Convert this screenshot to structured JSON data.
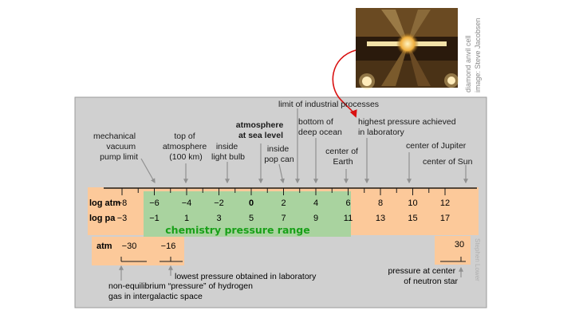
{
  "photo": {
    "credit_line1": "diamond anvil cell",
    "credit_line2": "image: Steve Jacobsen"
  },
  "scale": {
    "log_atm_label": "log atm",
    "log_pa_label": "log pa",
    "atm_ticks": [
      "−8",
      "−6",
      "−4",
      "−2",
      "0",
      "2",
      "4",
      "6",
      "8",
      "10",
      "12"
    ],
    "pa_ticks": [
      "−3",
      "−1",
      "1",
      "3",
      "5",
      "7",
      "9",
      "11",
      "13",
      "15",
      "17"
    ],
    "chemistry_range_label": "chemistry pressure range",
    "colors": {
      "panel": "#d0d0d0",
      "band": "#fcc99a",
      "chemistry": "#a9d39f",
      "chemistry_text": "#18a018",
      "arrow": "#909090",
      "red_link": "#d91010"
    }
  },
  "annotations": {
    "mechanical_vacuum": [
      "mechanical",
      "vacuum",
      "pump limit"
    ],
    "top_atmosphere": [
      "top of",
      "atmosphere",
      "(100 km)"
    ],
    "light_bulb": [
      "inside",
      "light bulb"
    ],
    "sea_level": [
      "atmosphere",
      "at sea level"
    ],
    "pop_can": [
      "inside",
      "pop can"
    ],
    "industrial": "limit of industrial processes",
    "deep_ocean": [
      "bottom of",
      "deep ocean"
    ],
    "center_earth": [
      "center of",
      "Earth"
    ],
    "highest_lab": [
      "highest pressure achieved",
      "in laboratory"
    ],
    "jupiter": "center of Jupiter",
    "sun": "center of Sun"
  },
  "low_box": {
    "label": "atm",
    "values": [
      "−30",
      "−16"
    ],
    "lowest_lab": "lowest pressure obtained in laboratory",
    "hydrogen": [
      "non-equilibrium “pressure” of hydrogen",
      "gas in intergalactic space"
    ]
  },
  "high_box": {
    "value": "30",
    "neutron": [
      "pressure at center",
      "of neutron star"
    ]
  },
  "author": "Stephen Lower"
}
